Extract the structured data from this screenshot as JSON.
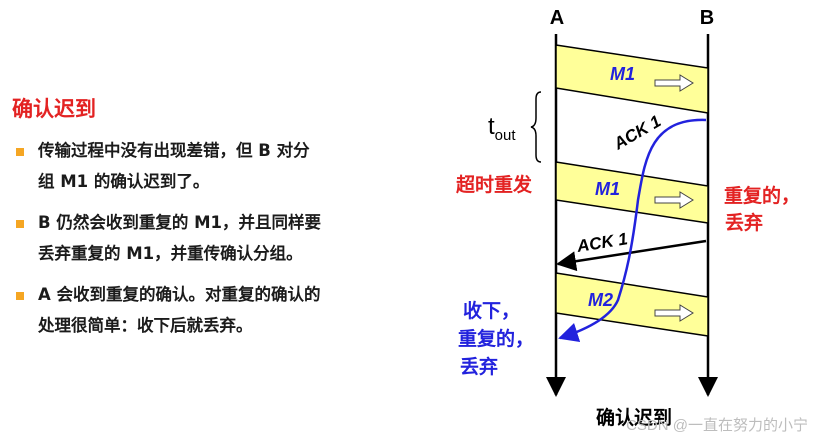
{
  "title": "确认迟到",
  "bullets": [
    {
      "line1": "传输过程中没有出现差错，但 B 对分",
      "line2": "组 M1 的确认迟到了。"
    },
    {
      "line1": "B 仍然会收到重复的 M1，并且同样要",
      "line2": "丢弃重复的 M1，并重传确认分组。"
    },
    {
      "line1": "A 会收到重复的确认。对重复的确认的",
      "line2": "处理很简单：收下后就丢弃。"
    }
  ],
  "diagram": {
    "label_a": "A",
    "label_b": "B",
    "packet1": "M1",
    "packet2": "M1",
    "packet3": "M2",
    "ack_late": "ACK 1",
    "ack_resend": "ACK 1",
    "timeout_t": "t",
    "timeout_sub": "out",
    "resend_note": "超时重发",
    "b_note_line1": "重复的，",
    "b_note_line2": "丢弃",
    "a_note_line1": "收下，",
    "a_note_line2": "重复的，",
    "a_note_line3": "丢弃",
    "caption": "确认迟到"
  },
  "watermark": "CSDN @一直在努力的小宁",
  "colors": {
    "title": "#e32222",
    "packet_fill": "#ffff99",
    "late_ack": "#2222dd",
    "bullet": "#f5a623"
  }
}
